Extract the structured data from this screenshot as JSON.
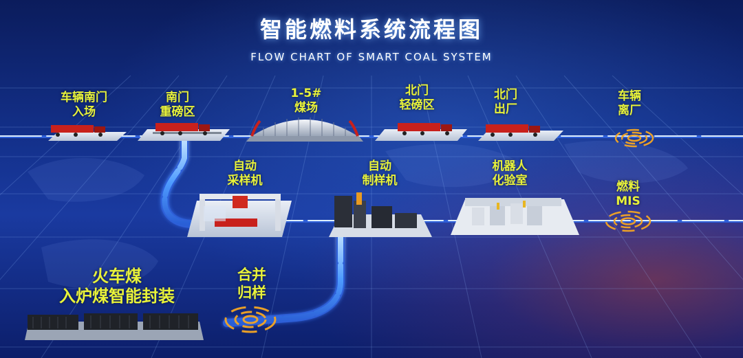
{
  "title": "智能燃料系统流程图",
  "subtitle": "FLOW CHART OF SMART COAL SYSTEM",
  "colors": {
    "label": "#e8f23a",
    "track": "#6fb4ff",
    "signal": "#f5a623",
    "bg": "#13308a"
  },
  "top_stations": [
    {
      "id": "south-gate-entry",
      "line1": "车辆南门",
      "line2": "入场"
    },
    {
      "id": "south-heavy-scale",
      "line1": "南门",
      "line2": "重磅区"
    },
    {
      "id": "coal-yard",
      "line1": "1-5#",
      "line2": "煤场"
    },
    {
      "id": "north-light-scale",
      "line1": "北门",
      "line2": "轻磅区"
    },
    {
      "id": "north-gate-exit",
      "line1": "北门",
      "line2": "出厂"
    },
    {
      "id": "vehicle-leave",
      "line1": "车辆",
      "line2": "离厂"
    }
  ],
  "mid_stations": [
    {
      "id": "auto-sampler",
      "line1": "自动",
      "line2": "采样机"
    },
    {
      "id": "auto-prep",
      "line1": "自动",
      "line2": "制样机"
    },
    {
      "id": "robot-lab",
      "line1": "机器人",
      "line2": "化验室"
    },
    {
      "id": "fuel-mis",
      "line1": "燃料",
      "line2": "MIS"
    }
  ],
  "bottom_stations": [
    {
      "id": "train-coal",
      "line1": "火车煤",
      "line2": "入炉煤智能封装"
    },
    {
      "id": "merge-sample",
      "line1": "合并",
      "line2": "归样"
    }
  ]
}
